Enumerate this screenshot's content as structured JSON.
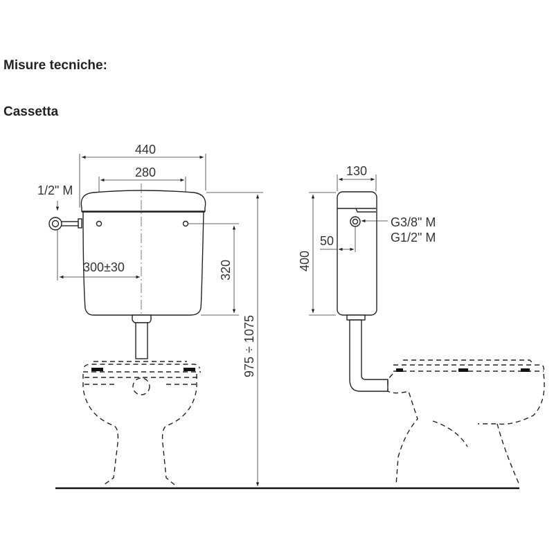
{
  "headings": {
    "title": "Misure tecniche:",
    "subtitle": "Cassetta"
  },
  "front_view": {
    "width_label": "440",
    "hole_spacing_label": "280",
    "inlet_label": "1/2\" M",
    "inlet_offset_label": "300±30",
    "hole_height_label": "320",
    "mount_height_label": "975 ÷ 1075"
  },
  "side_view": {
    "depth_label": "130",
    "height_label": "400",
    "inlet_offset_label": "50",
    "inlet_label_1": "G3/8\" M",
    "inlet_label_2": "G1/2\" M"
  }
}
